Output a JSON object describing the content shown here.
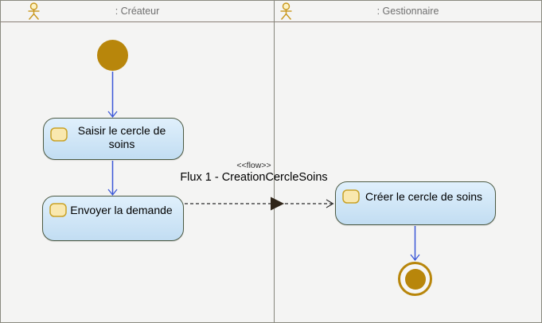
{
  "lanes": [
    {
      "title": ": Créateur"
    },
    {
      "title": ": Gestionnaire"
    }
  ],
  "activities": [
    {
      "label": "Saisir le cercle de soins"
    },
    {
      "label": "Envoyer la demande"
    },
    {
      "label": "Créer le cercle de soins"
    }
  ],
  "flow": {
    "stereotype": "<<flow>>",
    "name": "Flux 1 - CreationCercleSoins"
  },
  "icons": {
    "actor": "uml-actor-stick-figure",
    "activity_marker": "activity-rounded-rect-marker"
  },
  "colors": {
    "node_gold": "#b8860b",
    "activity_fill_top": "#e0f0fc",
    "activity_fill_bottom": "#c2ddf2",
    "activity_border": "#4c5a43",
    "arrow_blue": "#3a57d7",
    "flow_line_dark": "#2b2b2b",
    "flow_triangle": "#30261a",
    "lane_border": "#85857b",
    "header_text": "#6f6f6f",
    "background": "#f4f4f3",
    "marker_fill": "#f9e8af",
    "marker_border": "#c9a227"
  }
}
